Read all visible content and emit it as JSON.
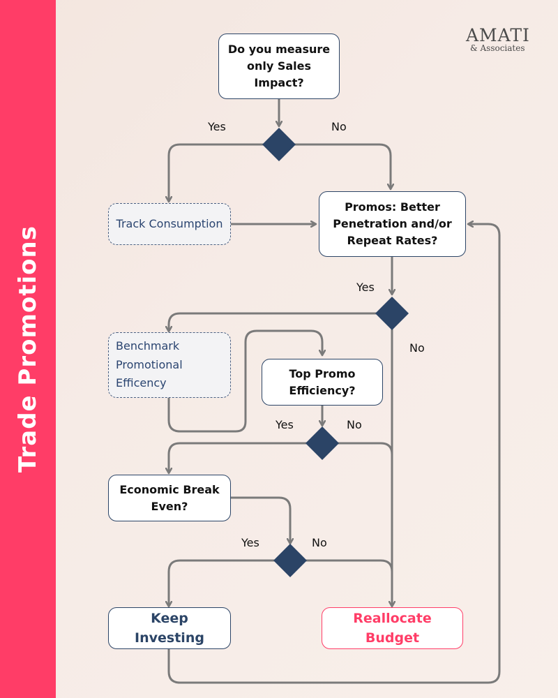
{
  "sidebar": {
    "title": "Trade Promotions"
  },
  "brand": {
    "name": "AMATI",
    "sub": "& Associates"
  },
  "nodes": {
    "q_sales": "Do you measure only Sales Impact?",
    "track": "Track Consumption",
    "q_promos": "Promos: Better Penetration and/or Repeat Rates?",
    "benchmark": "Benchmark Promotional Efficency",
    "q_top": "Top Promo Efficiency?",
    "q_break": "Economic Break Even?",
    "keep": "Keep Investing",
    "realloc": "Reallocate Budget"
  },
  "labels": {
    "yes1": "Yes",
    "no1": "No",
    "yes2": "Yes",
    "no2": "No",
    "yes3": "Yes",
    "no3": "No",
    "yes4": "Yes",
    "no4": "No"
  },
  "colors": {
    "accent": "#ff3d67",
    "navy": "#2b4466",
    "line": "#7a7a7a"
  }
}
